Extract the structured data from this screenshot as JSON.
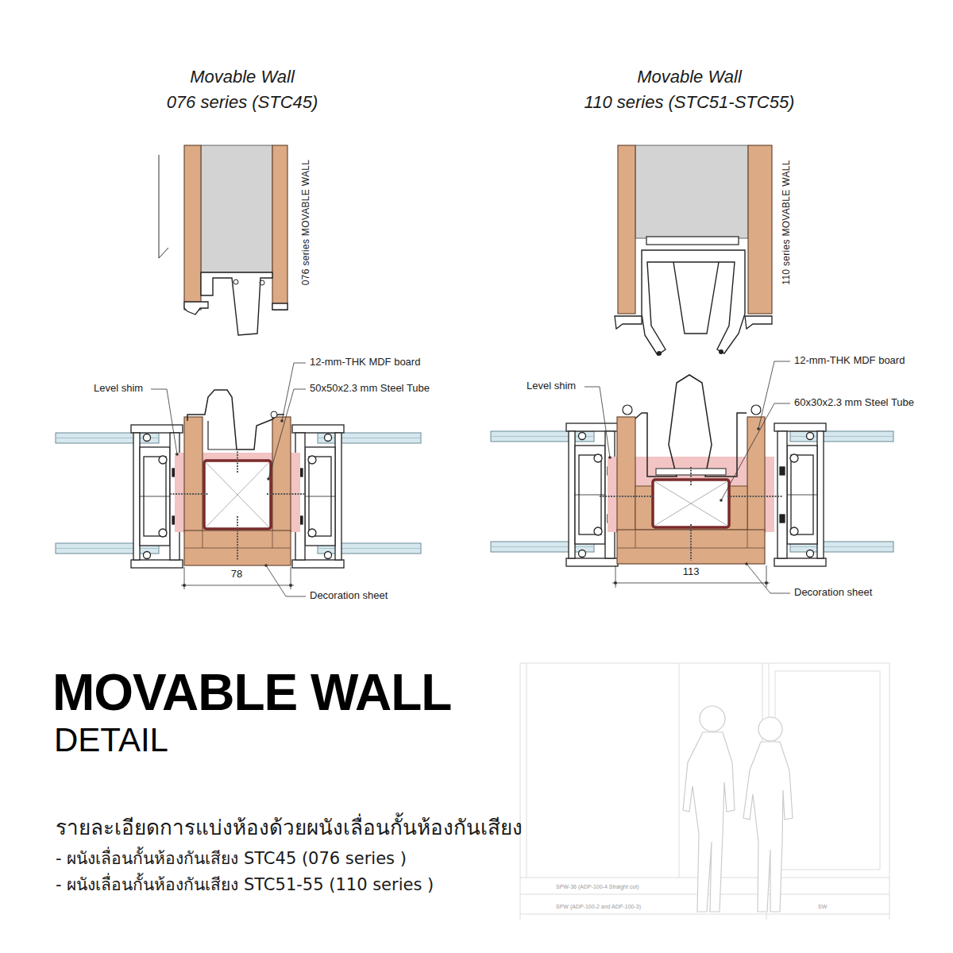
{
  "diagram": {
    "title": "MOVABLE WALL",
    "labels": [
      "Movable Wall",
      "076 series (STC45)",
      "Movable Wall",
      "110 series (STC51-STC55)",
      "076 series MOVABLE WALL",
      "110 series MOVABLE WALL",
      "Level shim",
      "12-mm-THK MDF board",
      "50x50x2.3 mm Steel Tube",
      "78",
      "Decoration sheet",
      "Level shim",
      "12-mm-THK MDF board",
      "60x30x2.3 mm Steel Tube",
      "113",
      "Decoration sheet",
      "DETAIL",
      "รายละเอียดการแบ่งห้องด้วยผนังเลื่อนกั้นห้องกันเสียง",
      "- ผนังเลื่อนกั้นห้องกันเสียง STC45 (076 series )",
      "- ผนังเลื่อนกั้นห้องกันเสียง STC51-55 (110 series )",
      "SPW-36 (ADP-100-4 Straight cut)",
      "SPW (ADP-100-2 and ADP-100-3)",
      "SW"
    ]
  }
}
